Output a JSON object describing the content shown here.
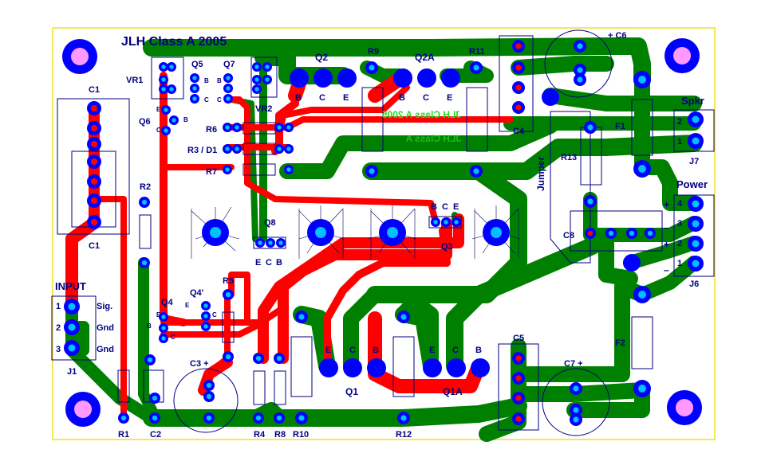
{
  "title": "JLH  Class A  2005",
  "mirror_text": "JLH  Class A  2005",
  "mirror_text2": "JLH  Class A",
  "colors": {
    "board_outline": "#f0e020",
    "top_copper": "#ff0000",
    "bottom_copper": "#008000",
    "pad": "#0000ff",
    "pad_hole": "#00c0ff",
    "mount_hole": "#ff99ff",
    "label": "#000080",
    "mirror_text": "#22dd22"
  },
  "labels": {
    "vr1": "VR1",
    "vr2": "VR2",
    "q5": "Q5",
    "q7": "Q7",
    "q6": "Q6",
    "q2": "Q2",
    "q2a": "Q2A",
    "q8": "Q8",
    "q3": "Q3",
    "q4": "Q4",
    "q4p": "Q4'",
    "q1": "Q1",
    "q1a": "Q1A",
    "r9": "R9",
    "r11": "R11",
    "r6": "R6",
    "r3d1": "R3 / D1",
    "r7": "R7",
    "r2": "R2",
    "r5": "R5",
    "r1": "R1",
    "r4": "R4",
    "r8": "R8",
    "r10": "R10",
    "r12": "R12",
    "r13": "R13",
    "c1top": "C1",
    "c1bot": "C1",
    "c2": "C2",
    "c3": "C3 +",
    "c4": "C4",
    "c5": "C5",
    "c6": "+ C6",
    "c7": "C7 +",
    "c8": "C8",
    "f1": "F1",
    "f2": "F2",
    "jumper": "Jumper",
    "j1": "J1",
    "j6": "J6",
    "j7": "J7",
    "input": "INPUT",
    "spkr": "Spkr",
    "power": "Power",
    "sig": "Sig.",
    "gnd1": "Gnd",
    "gnd2": "Gnd",
    "in1": "1",
    "in2": "2",
    "in3": "3",
    "sp2": "2",
    "sp1": "1",
    "pw4": "4",
    "pw3": "3",
    "pw2": "2",
    "pw1": "1",
    "plus1": "+",
    "minus1": "–",
    "plus2": "+",
    "minus2": "–",
    "q2b": "B",
    "q2c": "C",
    "q2e": "E",
    "q2ab": "B",
    "q2ac": "C",
    "q2ae": "E",
    "q8e": "E",
    "q8c": "C",
    "q8b": "B",
    "q3b": "B",
    "q3c": "C",
    "q3e": "E",
    "q1e": "E",
    "q1c": "C",
    "q1b": "B",
    "q1ae": "E",
    "q1ac": "C",
    "q1ab": "B",
    "q5b": "B",
    "q5c": "C",
    "q7b": "B",
    "q7c": "C",
    "q6e": "E",
    "q6c": "C",
    "q6b": "B",
    "q4e": "E",
    "q4b": "B",
    "q4c": "C",
    "q4pc": "C",
    "q4pe": "E"
  }
}
